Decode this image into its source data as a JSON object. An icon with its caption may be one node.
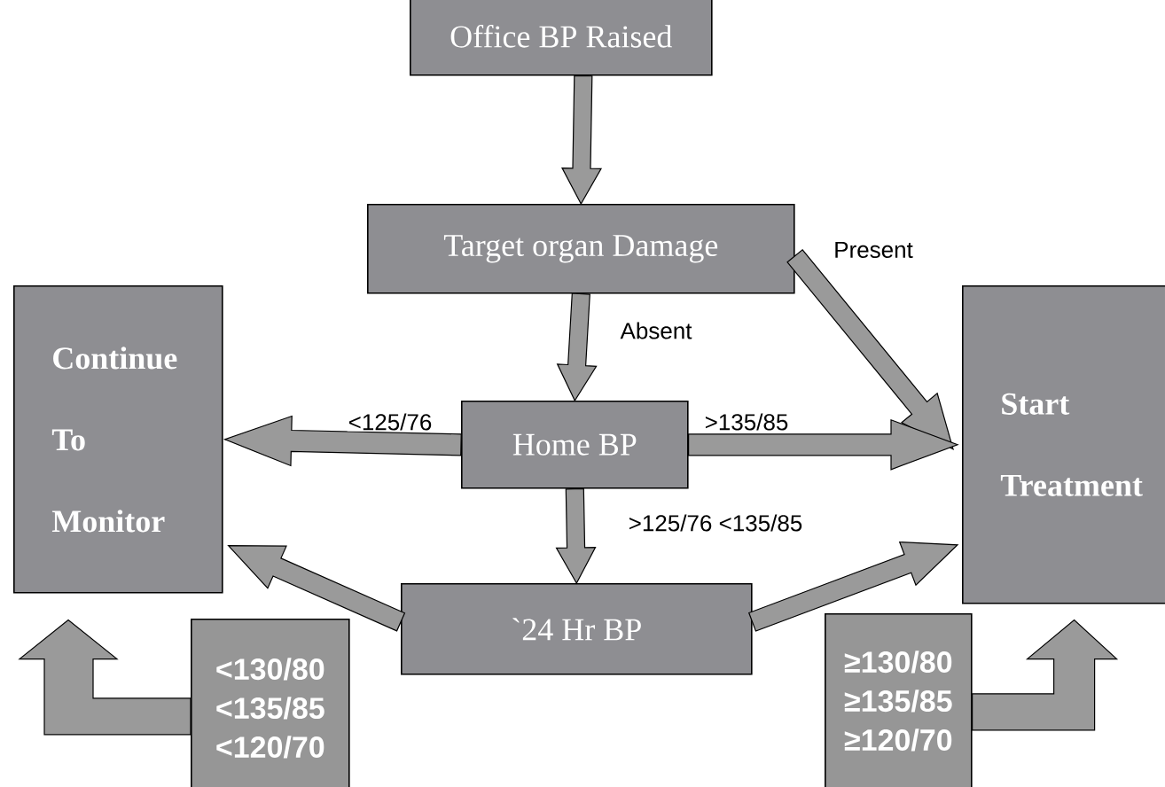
{
  "diagram": {
    "nodes": [
      {
        "text": [
          "Office BP Raised"
        ]
      },
      {
        "text": [
          "Target organ Damage"
        ]
      },
      {
        "text": [
          "Continue To Monitor"
        ]
      },
      {
        "text": [
          "Start Treatment"
        ]
      },
      {
        "text": [
          "Home BP"
        ]
      },
      {
        "text": [
          "`24 Hr BP"
        ]
      },
      {
        "text": [
          "<130/80",
          "<135/85",
          "<120/70"
        ]
      },
      {
        "text": [
          "≥130/80",
          "≥135/85",
          "≥120/70"
        ]
      }
    ],
    "edges": [
      {
        "from": 0,
        "to": 1,
        "arrow": "to"
      },
      {
        "from": 1,
        "to": 3,
        "arrow": "to",
        "label": "Present"
      },
      {
        "from": 1,
        "to": 4,
        "arrow": "to",
        "label": "Absent"
      },
      {
        "from": 4,
        "to": 2,
        "arrow": "to",
        "label": "<125/76"
      },
      {
        "from": 4,
        "to": 3,
        "arrow": "to",
        "label": ">135/85"
      },
      {
        "from": 4,
        "to": 5,
        "arrow": "to",
        "label": ">125/76 <135/85"
      },
      {
        "from": 5,
        "to": 2,
        "arrow": "to"
      },
      {
        "from": 5,
        "to": 3,
        "arrow": "to"
      },
      {
        "from": 6,
        "to": 2,
        "arrow": "to"
      },
      {
        "from": 7,
        "to": 3,
        "arrow": "to"
      }
    ]
  }
}
